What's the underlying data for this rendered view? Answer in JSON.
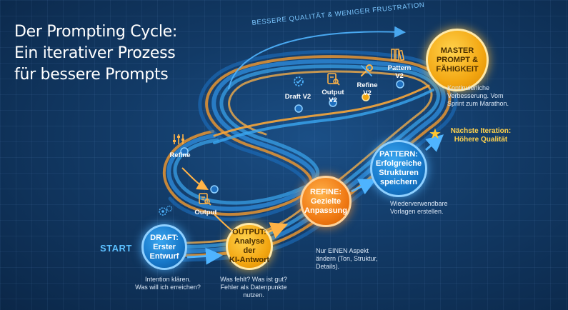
{
  "title": {
    "line1": "Der Prompting Cycle:",
    "line2": "Ein iterativer Prozess",
    "line3": "für bessere Prompts"
  },
  "arc_label": "BESSERE QUALITÄT & WENIGER FRUSTRATION",
  "start_label": "START",
  "nodes": {
    "draft": {
      "line1": "DRAFT:",
      "line2": "Erster",
      "line3": "Entwurf",
      "caption1": "Intention klären.",
      "caption2": "Was will ich erreichen?"
    },
    "output": {
      "line1": "OUTPUT:",
      "line2": "Analyse der",
      "line3": "KI-Antwort",
      "caption1": "Was fehlt? Was ist gut?",
      "caption2": "Fehler als Datenpunkte",
      "caption3": "nutzen."
    },
    "refine": {
      "line1": "REFINE:",
      "line2": "Gezielte",
      "line3": "Anpassung",
      "caption1": "Nur EINEN Aspekt",
      "caption2": "ändern (Ton, Struktur,",
      "caption3": "Details)."
    },
    "pattern": {
      "line1": "PATTERN:",
      "line2": "Erfolgreiche",
      "line3": "Strukturen",
      "line4": "speichern",
      "caption1": "Wiederverwendbare",
      "caption2": "Vorlagen erstellen."
    },
    "master": {
      "line1": "MASTER",
      "line2": "PROMPT &",
      "line3": "FÄHIGKEIT",
      "caption1": "Kontinuierliche",
      "caption2": "Verbesserung. Vom",
      "caption3": "Sprint zum Marathon."
    }
  },
  "next_iteration": {
    "line1": "Nächste Iteration:",
    "line2": "Höhere Qualität"
  },
  "loop_labels": {
    "refine_left": "Refine",
    "output_left": "Output",
    "draft_v2_line1": "Draft V2",
    "output_v2_line1": "Output",
    "output_v2_line2": "V2",
    "refine_v2_line1": "Refine",
    "refine_v2_line2": "V2",
    "pattern_v2_line1": "Pattern",
    "pattern_v2_line2": "V2"
  },
  "colors": {
    "blue": "#1677c8",
    "yellow": "#f3a712",
    "orange": "#f07a14",
    "accent": "#5cc0ff"
  }
}
